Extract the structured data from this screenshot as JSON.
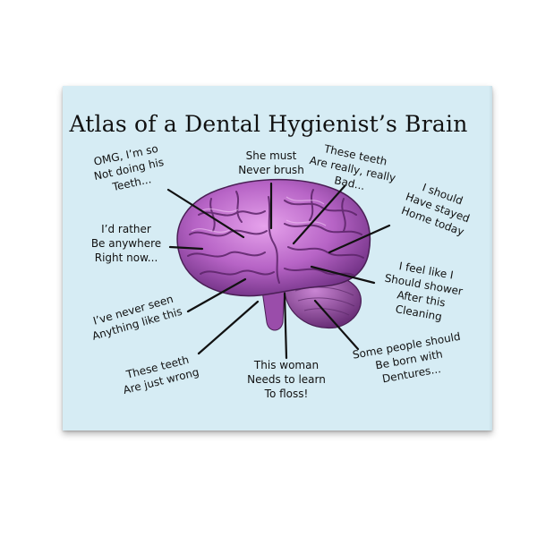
{
  "title": "Atlas of a Dental Hygienist’s Brain",
  "labels": [
    {
      "text": "OMG, I’m so\nNot doing his\nTeeth..."
    },
    {
      "text": "She must\nNever brush"
    },
    {
      "text": "These teeth\nAre really, really\nBad..."
    },
    {
      "text": "I should\nHave stayed\nHome today"
    },
    {
      "text": "I’d rather\nBe anywhere\nRight now..."
    },
    {
      "text": "I feel like I\nShould shower\nAfter this\nCleaning"
    },
    {
      "text": "I’ve never seen\nAnything like this"
    },
    {
      "text": "Some people should\nBe born with\nDentures..."
    },
    {
      "text": "These teeth\nAre just wrong"
    },
    {
      "text": "This woman\nNeeds to learn\nTo floss!"
    }
  ],
  "colors": {
    "background": "#d6ecf4",
    "brain": "#b466c4",
    "text": "#111111"
  }
}
